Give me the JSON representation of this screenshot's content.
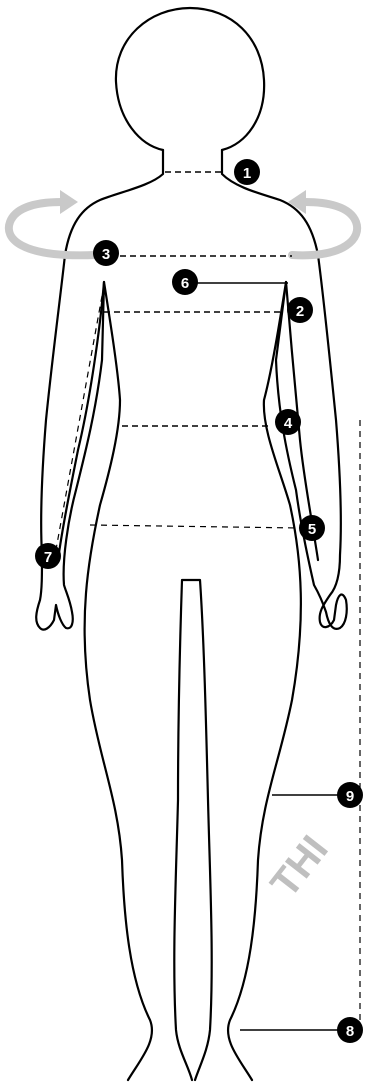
{
  "markers": [
    {
      "id": "marker-1",
      "label": "1"
    },
    {
      "id": "marker-2",
      "label": "2"
    },
    {
      "id": "marker-3",
      "label": "3"
    },
    {
      "id": "marker-4",
      "label": "4"
    },
    {
      "id": "marker-5",
      "label": "5"
    },
    {
      "id": "marker-6",
      "label": "6"
    },
    {
      "id": "marker-7",
      "label": "7"
    },
    {
      "id": "marker-8",
      "label": "8"
    },
    {
      "id": "marker-9",
      "label": "9"
    }
  ],
  "watermark": "THI",
  "colors": {
    "outline": "#000000",
    "arrow": "#c9c9c9",
    "badge": "#000000",
    "watermark": "#bfbfbf"
  }
}
